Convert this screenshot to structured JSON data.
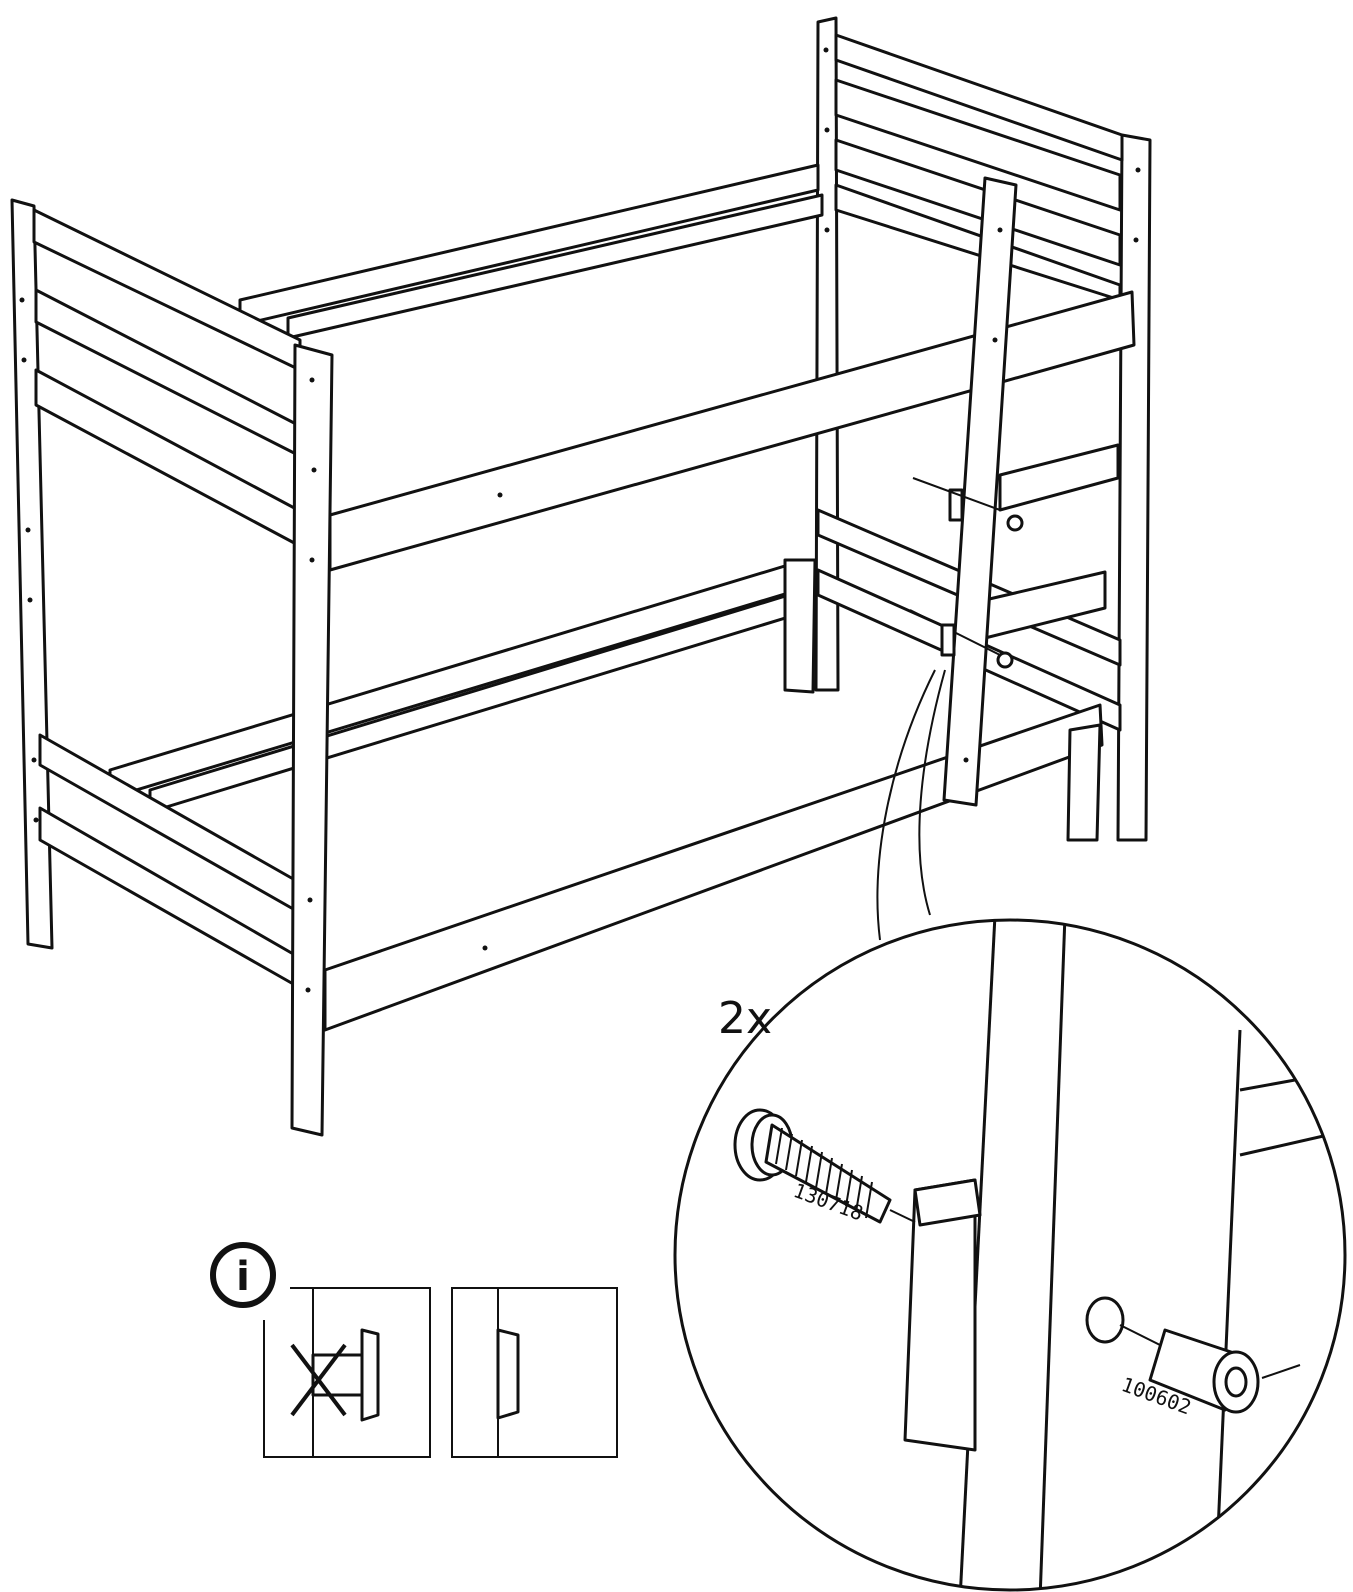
{
  "detail": {
    "quantity_label": "2x",
    "bolt_part_number": "130718",
    "barrel_nut_part_number": "100602"
  },
  "info": {
    "icon_glyph": "i"
  },
  "colors": {
    "line": "#111111",
    "background": "#ffffff"
  }
}
